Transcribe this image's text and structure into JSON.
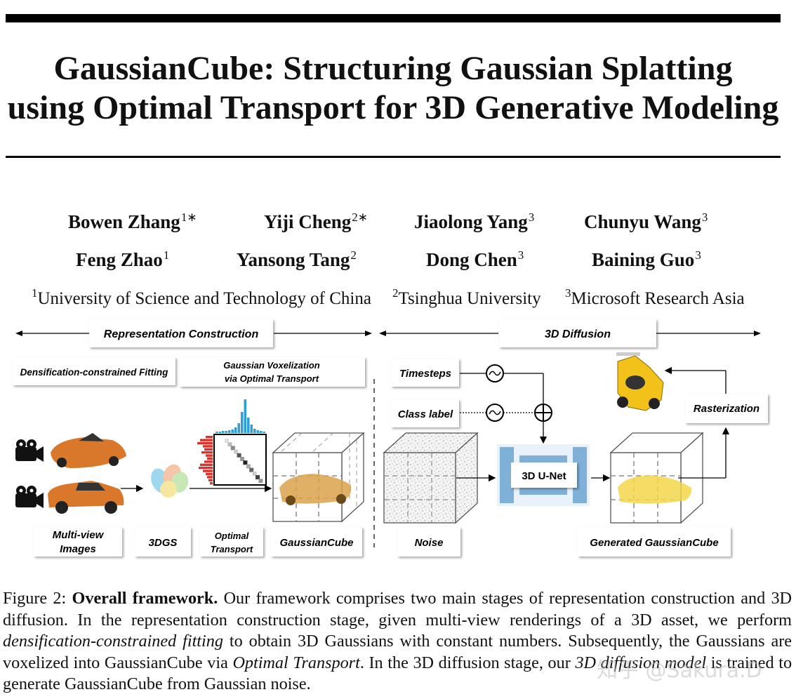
{
  "title": {
    "line1": "GaussianCube: Structuring Gaussian Splatting",
    "line2": "using Optimal Transport for 3D Generative Modeling"
  },
  "authors": [
    {
      "name": "Bowen Zhang",
      "sup": "1∗"
    },
    {
      "name": "Yiji Cheng",
      "sup": "2∗"
    },
    {
      "name": "Jiaolong Yang",
      "sup": "3"
    },
    {
      "name": "Chunyu Wang",
      "sup": "3"
    },
    {
      "name": "Feng Zhao",
      "sup": "1"
    },
    {
      "name": "Yansong Tang",
      "sup": "2"
    },
    {
      "name": "Dong Chen",
      "sup": "3"
    },
    {
      "name": "Baining Guo",
      "sup": "3"
    }
  ],
  "affiliations": [
    {
      "sup": "1",
      "name": "University of Science and Technology of China"
    },
    {
      "sup": "2",
      "name": "Tsinghua University"
    },
    {
      "sup": "3",
      "name": "Microsoft Research Asia"
    }
  ],
  "figure": {
    "stage_representation": "Representation Construction",
    "stage_diffusion": "3D Diffusion",
    "densification_label": "Densification-constrained Fitting",
    "voxelization_line1": "Gaussian Voxelization",
    "voxelization_line2": "via Optimal Transport",
    "timesteps_label": "Timesteps",
    "class_label": "Class label",
    "rasterization_label": "Rasterization",
    "unet_label": "3D U-Net",
    "multiview_line1": "Multi-view",
    "multiview_line2": "Images",
    "threedgs_label": "3DGS",
    "ot_line1": "Optimal",
    "ot_line2": "Transport",
    "gaussiancube_label": "GaussianCube",
    "noise_label": "Noise",
    "generated_label": "Generated GaussianCube",
    "colors": {
      "red_hist": "#e0302a",
      "blue_hist": "#2a9fd8",
      "unet_blue": "#7fb0d8",
      "car_orange": "#d9782a",
      "car_yellow": "#f2c21a"
    }
  },
  "caption": {
    "fig_label": "Figure 2:",
    "bold": "Overall framework.",
    "text1": "Our framework comprises two main stages of representation construction and 3D diffusion. In the representation construction stage, given multi-view renderings of a 3D asset, we perform",
    "em1": "densification-constrained fitting",
    "text2": "to obtain 3D Gaussians with constant numbers. Subsequently, the Gaussians are voxelized into GaussianCube via",
    "em2": "Optimal Transport",
    "text3": ". In the 3D diffusion stage, our",
    "em3": "3D diffusion model",
    "text4": "is trained to generate GaussianCube from Gaussian noise."
  },
  "watermark": "知乎 @Sakura.D"
}
